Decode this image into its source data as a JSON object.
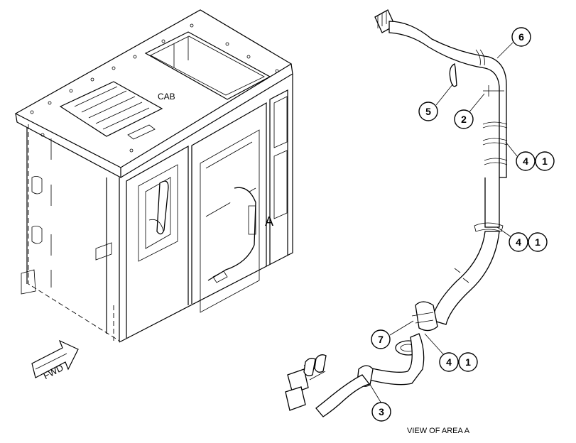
{
  "labels": {
    "cab": "CAB",
    "area_marker": "A",
    "fwd": "FWD",
    "view_title": "VIEW OF AREA A"
  },
  "callouts": {
    "c6": "6",
    "c5": "5",
    "c2": "2",
    "c4a": "4",
    "c1a": "1",
    "c4b": "4",
    "c1b": "1",
    "c7": "7",
    "c4c": "4",
    "c1c": "1",
    "c3": "3"
  },
  "colors": {
    "line": "#000000",
    "background": "#ffffff"
  }
}
